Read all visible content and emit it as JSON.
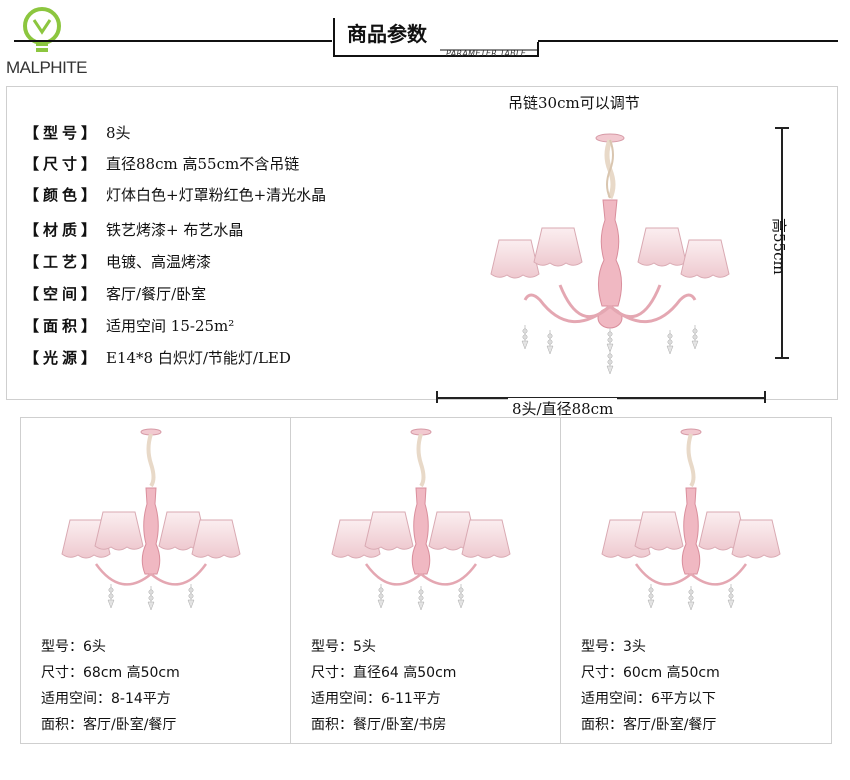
{
  "brand": {
    "name": "MALPHITE"
  },
  "header": {
    "title": "商品参数",
    "subtitle": "PARAMETER TABLE"
  },
  "main": {
    "specs": [
      {
        "label": "【型号】",
        "value": "8头"
      },
      {
        "label": "【尺寸】",
        "value": "直径88cm 高55cm不含吊链"
      },
      {
        "label": "【颜色】",
        "value": "灯体白色+灯罩粉红色+清光水晶"
      },
      {
        "label": "【材质】",
        "value": "铁艺烤漆+ 布艺水晶"
      },
      {
        "label": "【工艺】",
        "value": "电镀、高温烤漆"
      },
      {
        "label": "【空间】",
        "value": "客厅/餐厅/卧室"
      },
      {
        "label": "【面积】",
        "value": "适用空间 15-25m²"
      },
      {
        "label": "【光源】",
        "value": "E14*8 白炽灯/节能灯/LED"
      }
    ],
    "chain_note": "吊链30cm可以调节",
    "height_label": "高55cm",
    "width_label": "8头/直径88cm"
  },
  "variants": [
    {
      "model": "型号：6头",
      "size": "尺寸：68cm   高50cm",
      "area": "适用空间：8-14平方",
      "rooms": "面积：客厅/卧室/餐厅"
    },
    {
      "model": "型号：5头",
      "size": "尺寸：直径64   高50cm",
      "area": "适用空间：6-11平方",
      "rooms": "面积：餐厅/卧室/书房"
    },
    {
      "model": "型号：3头",
      "size": "尺寸：60cm   高50cm",
      "area": "适用空间：6平方以下",
      "rooms": "面积：客厅/卧室/餐厅"
    }
  ],
  "colors": {
    "accent_logo": "#8cc63f",
    "shade": "#f3d8dc",
    "frame": "#e9a9b4",
    "text": "#111111"
  }
}
